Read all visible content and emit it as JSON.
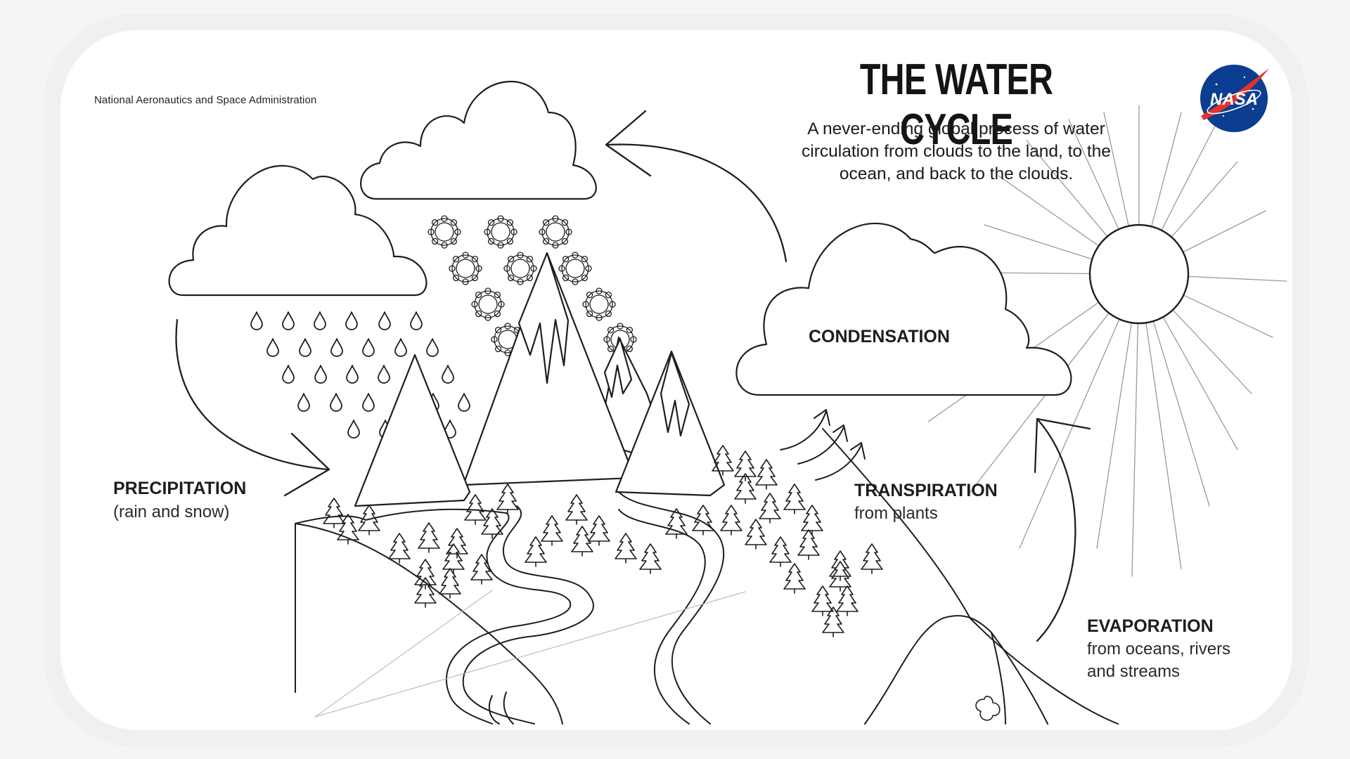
{
  "header": {
    "agency": "National Aeronautics and Space Administration",
    "title": "THE WATER CYCLE",
    "subtitle": "A never-ending global process of water circulation from clouds to the land, to the ocean, and back to the clouds.",
    "logo_text": "NASA"
  },
  "labels": {
    "condensation": "CONDENSATION",
    "precipitation": {
      "head": "PRECIPITATION",
      "sub": "(rain and snow)"
    },
    "transpiration": {
      "head": "TRANSPIRATION",
      "sub": "from plants"
    },
    "evaporation": {
      "head": "EVAPORATION",
      "sub1": "from oceans, rivers",
      "sub2": "and streams"
    }
  },
  "colors": {
    "line": "#1e1e1e",
    "logo_blue": "#0b3d91",
    "logo_red": "#e4322b"
  }
}
